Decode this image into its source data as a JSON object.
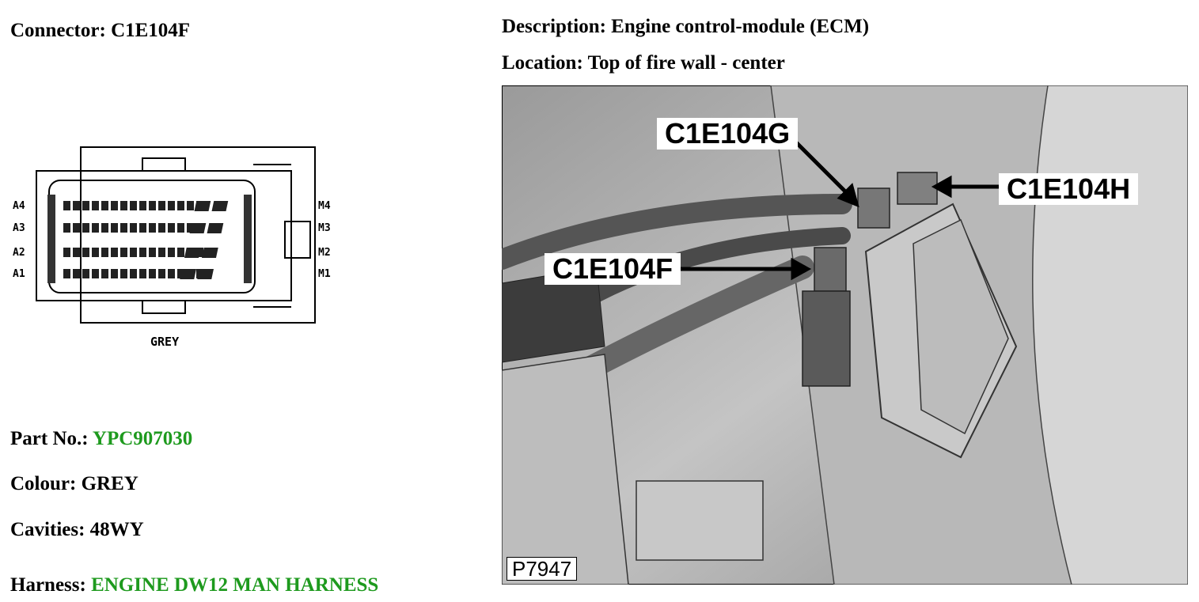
{
  "connector": {
    "label": "Connector:",
    "value": "C1E104F"
  },
  "description": {
    "label": "Description:",
    "value": "Engine control-module (ECM)"
  },
  "location": {
    "label": "Location:",
    "value": "Top of fire wall - center"
  },
  "diagram": {
    "row_labels_left": [
      "A4",
      "A3",
      "A2",
      "A1"
    ],
    "row_labels_right": [
      "M4",
      "M3",
      "M2",
      "M1"
    ],
    "colour_caption": "GREY"
  },
  "part_no": {
    "label": "Part No.:",
    "value": "YPC907030"
  },
  "colour": {
    "label": "Colour:",
    "value": "GREY"
  },
  "cavities": {
    "label": "Cavities:",
    "value": "48WY"
  },
  "harness": {
    "label": "Harness:",
    "value": "ENGINE DW12 MAN HARNESS"
  },
  "photo": {
    "callouts": [
      "C1E104G",
      "C1E104H",
      "C1E104F"
    ],
    "id": "P7947"
  },
  "colors": {
    "value_green": "#1e9a1e",
    "photo_grey": "#bdbdbd"
  }
}
